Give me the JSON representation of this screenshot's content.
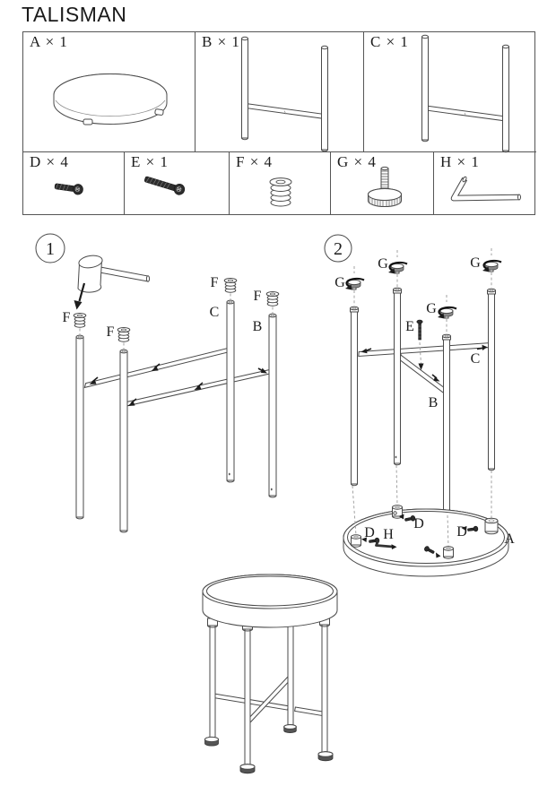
{
  "title": "TALISMAN",
  "parts": {
    "a": "A × 1",
    "b": "B × 1",
    "c": "C × 1",
    "d": "D × 4",
    "e": "E × 1",
    "f": "F × 4",
    "g": "G × 4",
    "h": "H × 1"
  },
  "step1": {
    "number": "1",
    "f1": "F",
    "f2": "F",
    "f3": "F",
    "f4": "F",
    "c": "C",
    "b": "B"
  },
  "step2": {
    "number": "2",
    "g1": "G",
    "g2": "G",
    "g3": "G",
    "g4": "G",
    "e": "E",
    "c": "C",
    "b": "B",
    "d1": "D",
    "d2": "D",
    "d3": "D",
    "h": "H",
    "a": "A"
  }
}
